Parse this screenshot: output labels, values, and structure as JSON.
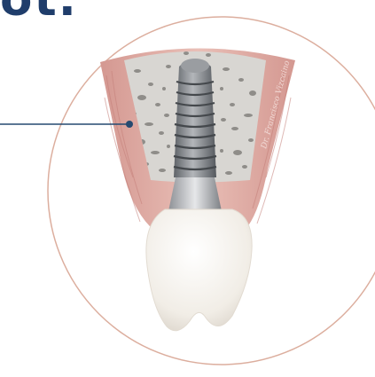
{
  "heading": {
    "visible_text": "ot.",
    "color": "#1f3d6b"
  },
  "illustration": {
    "subject": "dental implant cross-section in jaw bone with crown",
    "signature": "Dr. Francisco Vizcaino"
  },
  "colors": {
    "circle_outline": "#dcae9e",
    "callout_line": "#254a70",
    "gum_tissue": "#d9a39c",
    "bone": "#d8d6d2",
    "implant": "#8a8d92",
    "crown": "#f3efe9"
  }
}
